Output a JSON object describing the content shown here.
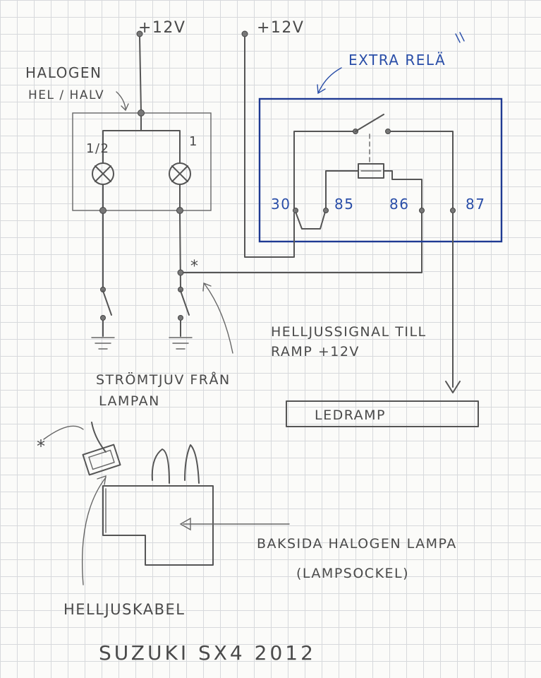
{
  "labels": {
    "supply_left": "+12V",
    "supply_right": "+12V",
    "halogen_line1": "HALOGEN",
    "halogen_line2": "HEL / HALV",
    "bulb_half": "1/2",
    "bulb_full": "1",
    "relay_title": "EXTRA RELÄ",
    "pin_30": "30",
    "pin_85": "85",
    "pin_86": "86",
    "pin_87": "87",
    "tap_marker": "*",
    "signal_line1": "HELLJUSSIGNAL TILL",
    "signal_line2": "RAMP +12V",
    "current_line1": "STRÖMTJUV FRÅN",
    "current_line2": "LAMPAN",
    "ledramp": "LEDRAMP",
    "tap_marker_bottom": "*",
    "back_line1": "BAKSIDA HALOGEN LAMPA",
    "back_line2": "(LAMPSOCKEL)",
    "highbeam_cable": "HELLJUSKABEL",
    "car_model": "SUZUKI SX4 2012"
  },
  "colors": {
    "pencil": "#555555",
    "relay_ink": "#1f3a93",
    "grid": "#d7d9dc"
  }
}
